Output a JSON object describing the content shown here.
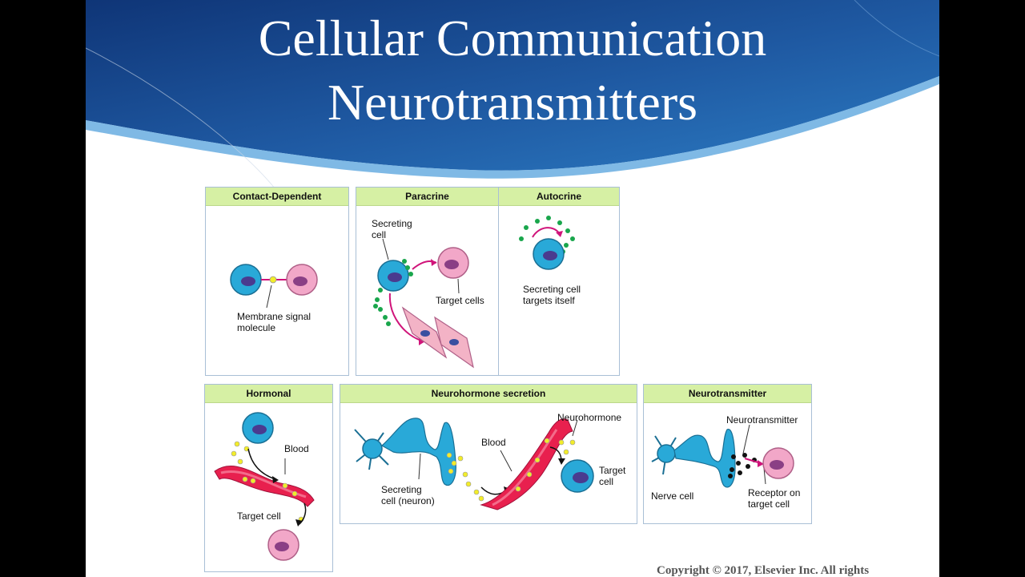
{
  "slide": {
    "title_line1": "Cellular Communication",
    "title_line2": "Neurotransmitters",
    "copyright": "Copyright © 2017, Elsevier Inc. All rights"
  },
  "panels": {
    "contact": {
      "heading": "Contact-Dependent",
      "label1": "Membrane signal",
      "label2": "molecule"
    },
    "paracrine": {
      "heading": "Paracrine",
      "label_secreting1": "Secreting",
      "label_secreting2": "cell",
      "label_target": "Target cells"
    },
    "autocrine": {
      "heading": "Autocrine",
      "label1": "Secreting cell",
      "label2": "targets itself"
    },
    "hormonal": {
      "heading": "Hormonal",
      "label_blood": "Blood",
      "label_target": "Target cell"
    },
    "neurohormone": {
      "heading": "Neurohormone secretion",
      "label_neurohormone": "Neurohormone",
      "label_blood": "Blood",
      "label_secreting1": "Secreting",
      "label_secreting2": "cell (neuron)",
      "label_target1": "Target",
      "label_target2": "cell"
    },
    "neurotransmitter": {
      "heading": "Neurotransmitter",
      "label_nt": "Neurotransmitter",
      "label_nerve": "Nerve cell",
      "label_receptor1": "Receptor on",
      "label_receptor2": "target cell"
    }
  },
  "colors": {
    "banner_dark": "#123a7a",
    "banner_light": "#2d79c0",
    "header_green": "#d6f0a4",
    "cell_blue": "#29a9d8",
    "cell_pink": "#f2a7c8",
    "signal_green": "#19a64c",
    "signal_yellow": "#f2ec2a",
    "arrow_magenta": "#d0147a",
    "blood_red": "#e8204e"
  }
}
